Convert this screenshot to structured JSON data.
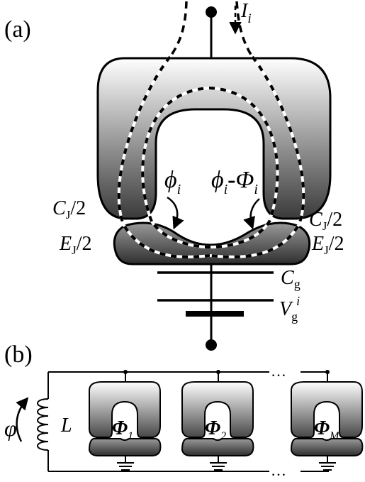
{
  "panel_a": {
    "label": "(a)",
    "current": {
      "symbol": "I",
      "sub": "i"
    },
    "phase_left": {
      "symbol": "ϕ",
      "sub": "i"
    },
    "phase_right": {
      "symbol": "ϕ",
      "sub": "i",
      "dash": "-",
      "flux": "Φ",
      "flux_sub": "i"
    },
    "left_junction": {
      "c_line": {
        "sym": "C",
        "sub": "J",
        "frac": "/2"
      },
      "e_line": {
        "sym": "E",
        "sub": "J",
        "frac": "/2"
      }
    },
    "right_junction": {
      "c_line": {
        "sym": "C",
        "sub": "J",
        "frac": "/2"
      },
      "e_line": {
        "sym": "E",
        "sub": "J",
        "frac": "/2"
      }
    },
    "gate_capacitor": {
      "sym": "C",
      "sub": "g"
    },
    "gate_voltage": {
      "sym": "V",
      "sub": "g",
      "sup": "i"
    }
  },
  "panel_b": {
    "label": "(b)",
    "phase": "φ",
    "inductor": "L",
    "ellipsis": "…",
    "qubits": [
      {
        "sym": "Φ",
        "sub": "1"
      },
      {
        "sym": "Φ",
        "sub": "2"
      },
      {
        "sym": "Φ",
        "sub": "M"
      }
    ]
  },
  "colors": {
    "ink": "#000000",
    "shade_dark": "#3a3a3a",
    "shade_light": "#f2f2f2",
    "dash_white": "#ffffff"
  }
}
